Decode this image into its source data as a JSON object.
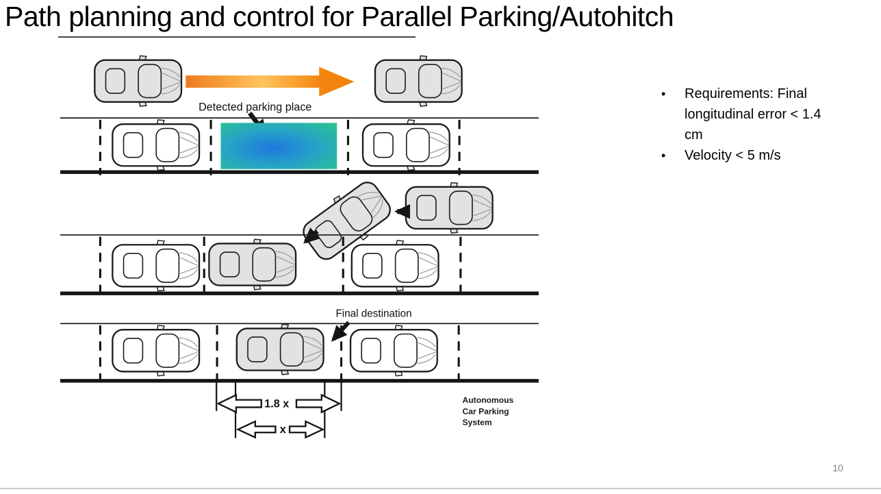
{
  "slide": {
    "title": "Path planning and control for Parallel Parking/Autohitch",
    "page_number": "10",
    "bullets": [
      "Requirements: Final longitudinal error < 1.4 cm",
      "Velocity < 5 m/s"
    ]
  },
  "diagram": {
    "labels": {
      "detected_parking_place": "Detected parking place",
      "final_destination": "Final destination",
      "space_length": "1.8 x",
      "car_length": "x"
    },
    "watermark": [
      "Autonomous",
      "Car Parking",
      "System"
    ],
    "colors": {
      "car_gray": "#e2e2e2",
      "car_white": "#ffffff",
      "car_outline": "#1c1c1c",
      "spot_center_blue": "#1f78e0",
      "spot_mid_teal": "#26a5c4",
      "spot_edge_green": "#2bc48d",
      "approach_arrow_start": "#ee7c1e",
      "approach_arrow_mid": "#ffc45c",
      "approach_arrow_end": "#f3830c",
      "road": "#141414",
      "black_arrow": "#151515"
    }
  }
}
